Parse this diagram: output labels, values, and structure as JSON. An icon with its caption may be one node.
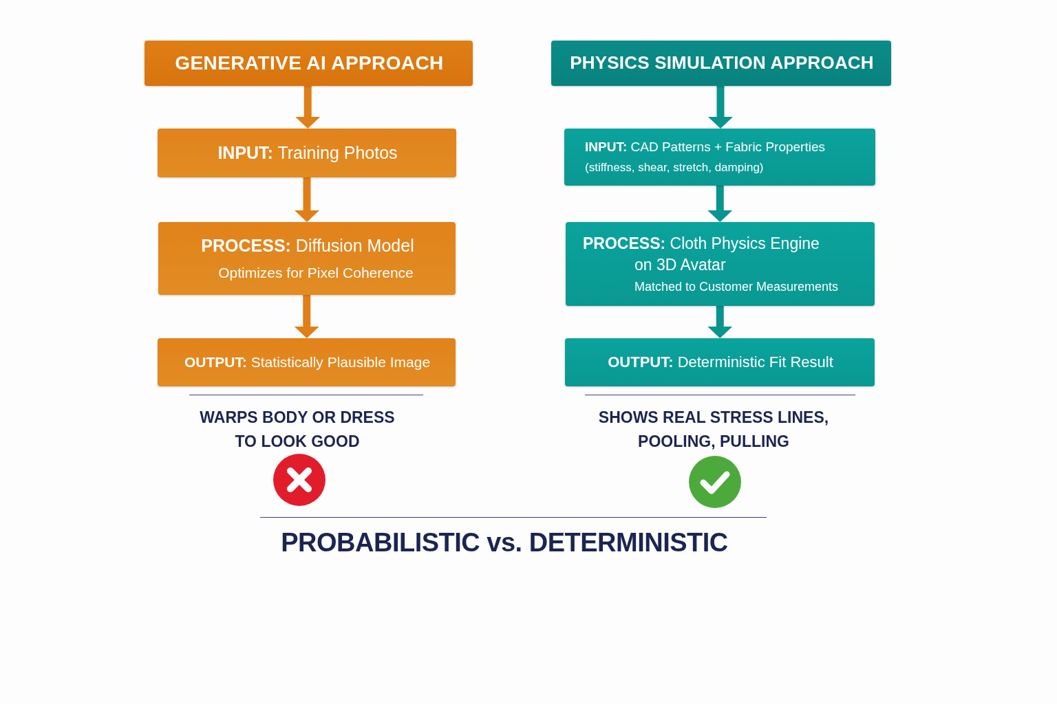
{
  "diagram": {
    "caption": "PROBABILISTIC vs. DETERMINISTIC",
    "nodes": [
      {
        "text": [
          "GENERATIVE AI APPROACH"
        ]
      },
      {
        "text": [
          "**INPUT:** Training Photos"
        ]
      },
      {
        "text": [
          "**PROCESS:** Diffusion Model",
          "Optimizes for Pixel Coherence"
        ]
      },
      {
        "text": [
          "**OUTPUT:** Statistically Plausible Image"
        ]
      },
      {
        "text": [
          "PHYSICS SIMULATION APPROACH"
        ]
      },
      {
        "text": [
          "**INPUT:** CAD Patterns + Fabric Properties",
          "(stiffness, shear, stretch, damping)"
        ]
      },
      {
        "text": [
          "**PROCESS:** Cloth Physics Engine on 3D Avatar",
          "Matched to Customer Measurements"
        ]
      },
      {
        "text": [
          "**OUTPUT:** Deterministic Fit Result"
        ]
      }
    ],
    "edges": [
      {
        "from": 0,
        "to": 1,
        "arrow": "to",
        "color": "#e07f18"
      },
      {
        "from": 1,
        "to": 2,
        "arrow": "to",
        "color": "#e07f18"
      },
      {
        "from": 2,
        "to": 3,
        "arrow": "to",
        "color": "#e07f18"
      },
      {
        "from": 4,
        "to": 5,
        "arrow": "to",
        "color": "#0a9490"
      },
      {
        "from": 5,
        "to": 6,
        "arrow": "to",
        "color": "#0a9490"
      },
      {
        "from": 6,
        "to": 7,
        "arrow": "to",
        "color": "#0a9490"
      }
    ],
    "labels": [
      "WARPS BODY OR DRESS TO LOOK GOOD",
      "SHOWS REAL STRESS LINES, POOLING, PULLING"
    ]
  }
}
